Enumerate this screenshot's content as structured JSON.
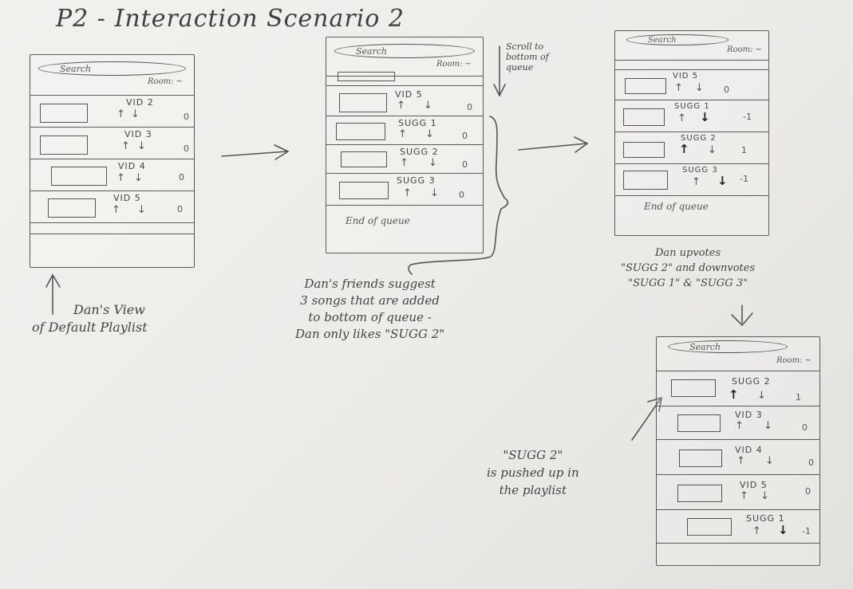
{
  "title": "P2 - Interaction Scenario 2",
  "common": {
    "search_placeholder": "Search",
    "room_label": "Room: ~",
    "end_of_queue": "End of queue"
  },
  "screens": [
    {
      "id": "default",
      "rows": [
        {
          "name": "VID 2",
          "score": "0",
          "up_bold": false,
          "down_bold": false
        },
        {
          "name": "VID 3",
          "score": "0",
          "up_bold": false,
          "down_bold": false
        },
        {
          "name": "VID 4",
          "score": "0",
          "up_bold": false,
          "down_bold": false
        },
        {
          "name": "VID 5",
          "score": "0",
          "up_bold": false,
          "down_bold": false
        }
      ]
    },
    {
      "id": "suggested",
      "rows": [
        {
          "name": "VID 5",
          "score": "0",
          "up_bold": false,
          "down_bold": false
        },
        {
          "name": "SUGG 1",
          "score": "0",
          "up_bold": false,
          "down_bold": false
        },
        {
          "name": "SUGG 2",
          "score": "0",
          "up_bold": false,
          "down_bold": false
        },
        {
          "name": "SUGG 3",
          "score": "0",
          "up_bold": false,
          "down_bold": false
        }
      ]
    },
    {
      "id": "voted",
      "rows": [
        {
          "name": "VID 5",
          "score": "0",
          "up_bold": false,
          "down_bold": false
        },
        {
          "name": "SUGG 1",
          "score": "-1",
          "up_bold": false,
          "down_bold": true
        },
        {
          "name": "SUGG 2",
          "score": "1",
          "up_bold": true,
          "down_bold": false
        },
        {
          "name": "SUGG 3",
          "score": "-1",
          "up_bold": false,
          "down_bold": true
        }
      ]
    },
    {
      "id": "reordered",
      "rows": [
        {
          "name": "SUGG 2",
          "score": "1",
          "up_bold": true,
          "down_bold": false
        },
        {
          "name": "VID 3",
          "score": "0",
          "up_bold": false,
          "down_bold": false
        },
        {
          "name": "VID 4",
          "score": "0",
          "up_bold": false,
          "down_bold": false
        },
        {
          "name": "VID 5",
          "score": "0",
          "up_bold": false,
          "down_bold": false
        },
        {
          "name": "SUGG 1",
          "score": "-1",
          "up_bold": false,
          "down_bold": true
        }
      ]
    }
  ],
  "icons": {
    "up": "up-arrow-icon",
    "down": "down-arrow-icon",
    "up_glyph": "↑",
    "down_glyph": "↓"
  },
  "annotations": {
    "scroll_note": [
      "Scroll to",
      "bottom of",
      "queue"
    ],
    "default_note": [
      "Dan's View",
      "of Default Playlist"
    ],
    "friends_note": [
      "Dan's friends suggest",
      "3 songs that are added",
      "to bottom of queue -",
      "Dan only likes \"SUGG 2\""
    ],
    "votes_note": [
      "Dan upvotes",
      "\"SUGG 2\" and downvotes",
      "\"SUGG 1\" & \"SUGG 3\""
    ],
    "pushed_note": [
      "\"SUGG 2\"",
      "is pushed up in",
      "the playlist"
    ]
  }
}
